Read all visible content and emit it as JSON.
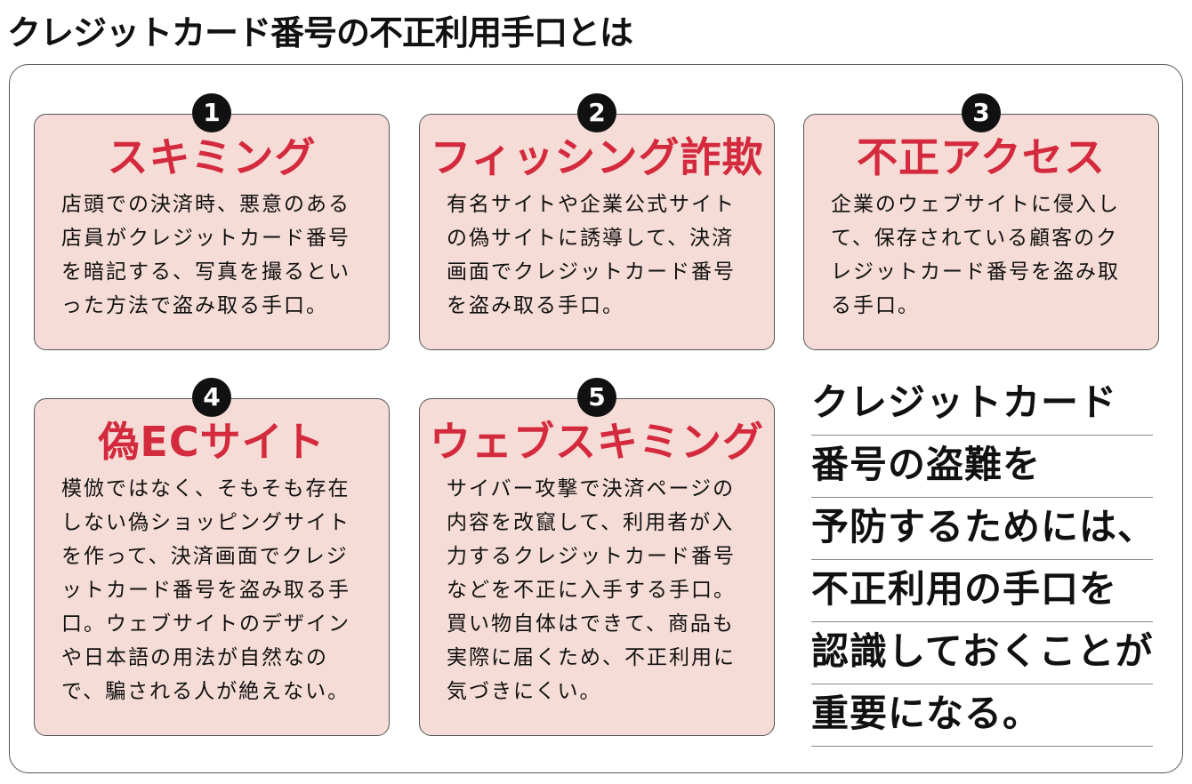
{
  "title": "クレジットカード番号の不正利用手口とは",
  "colors": {
    "card_bg": "#f5dcd6",
    "accent_red": "#d42a3e",
    "badge": "#111111"
  },
  "cards": [
    {
      "number": "1",
      "title": "スキミング",
      "body": "店頭での決済時、悪意のある店員がクレジットカード番号を暗記する、写真を撮るといった方法で盗み取る手口。"
    },
    {
      "number": "2",
      "title": "フィッシング詐欺",
      "body": "有名サイトや企業公式サイトの偽サイトに誘導して、決済画面でクレジットカード番号を盗み取る手口。"
    },
    {
      "number": "3",
      "title": "不正アクセス",
      "body": "企業のウェブサイトに侵入して、保存されている顧客のクレジットカード番号を盗み取る手口。"
    },
    {
      "number": "4",
      "title": "偽ECサイト",
      "body": "模倣ではなく、そもそも存在しない偽ショッピングサイトを作って、決済画面でクレジットカード番号を盗み取る手口。ウェブサイトのデザインや日本語の用法が自然なので、騙される人が絶えない。"
    },
    {
      "number": "5",
      "title": "ウェブスキミング",
      "body": "サイバー攻撃で決済ページの内容を改竄して、利用者が入力するクレジットカード番号などを不正に入手する手口。買い物自体はできて、商品も実際に届くため、不正利用に気づきにくい。"
    }
  ],
  "message": {
    "lines": [
      "クレジットカード",
      "番号の盗難を",
      "予防するためには、",
      "不正利用の手口を",
      "認識しておくことが",
      "重要になる。"
    ]
  }
}
